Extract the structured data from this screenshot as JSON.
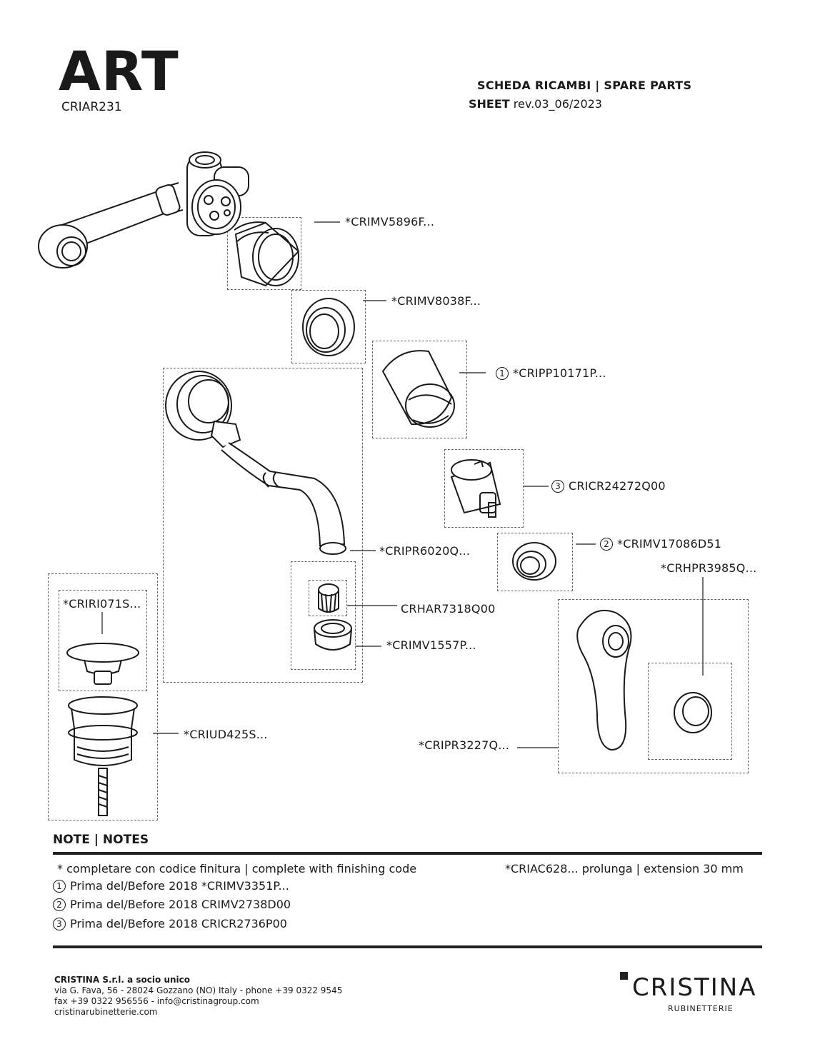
{
  "header": {
    "title": "ART",
    "code": "CRIAR231",
    "sheet_line1": "SCHEDA RICAMBI | SPARE PARTS",
    "sheet_bold": "SHEET",
    "sheet_rev": " rev.03_06/2023"
  },
  "parts": {
    "p1": "*CRIMV5896F...",
    "p2": "*CRIMV8038F...",
    "p3_num": "1",
    "p3": "*CRIPP10171P...",
    "p4_num": "3",
    "p4": "CRICR24272Q00",
    "p5": "*CRIPR6020Q...",
    "p6_num": "2",
    "p6": "*CRIMV17086D51",
    "p7": "*CRHPR3985Q...",
    "p8": "*CRIRI071S...",
    "p9": "CRHAR7318Q00",
    "p10": "*CRIMV1557P...",
    "p11": "*CRIUD425S...",
    "p12": "*CRIPR3227Q..."
  },
  "notes": {
    "heading": "NOTE | NOTES",
    "line1": "* completare con codice finitura  | complete with finishing code",
    "line1_right": "*CRIAC628... prolunga | extension 30 mm",
    "items": [
      {
        "num": "1",
        "text": "Prima del/Before 2018 *CRIMV3351P..."
      },
      {
        "num": "2",
        "text": "Prima del/Before 2018 CRIMV2738D00"
      },
      {
        "num": "3",
        "text": "Prima del/Before 2018 CRICR2736P00"
      }
    ]
  },
  "footer": {
    "company": "CRISTINA S.r.l. a socio unico",
    "address": "via G. Fava, 56 - 28024 Gozzano (NO) Italy - phone +39 0322 9545",
    "fax": "fax +39 0322 956556 - info@cristinagroup.com",
    "web": "cristinarubinetterie.com",
    "brand": "CRISTINA",
    "brand_sub": "RUBINETTERIE"
  }
}
